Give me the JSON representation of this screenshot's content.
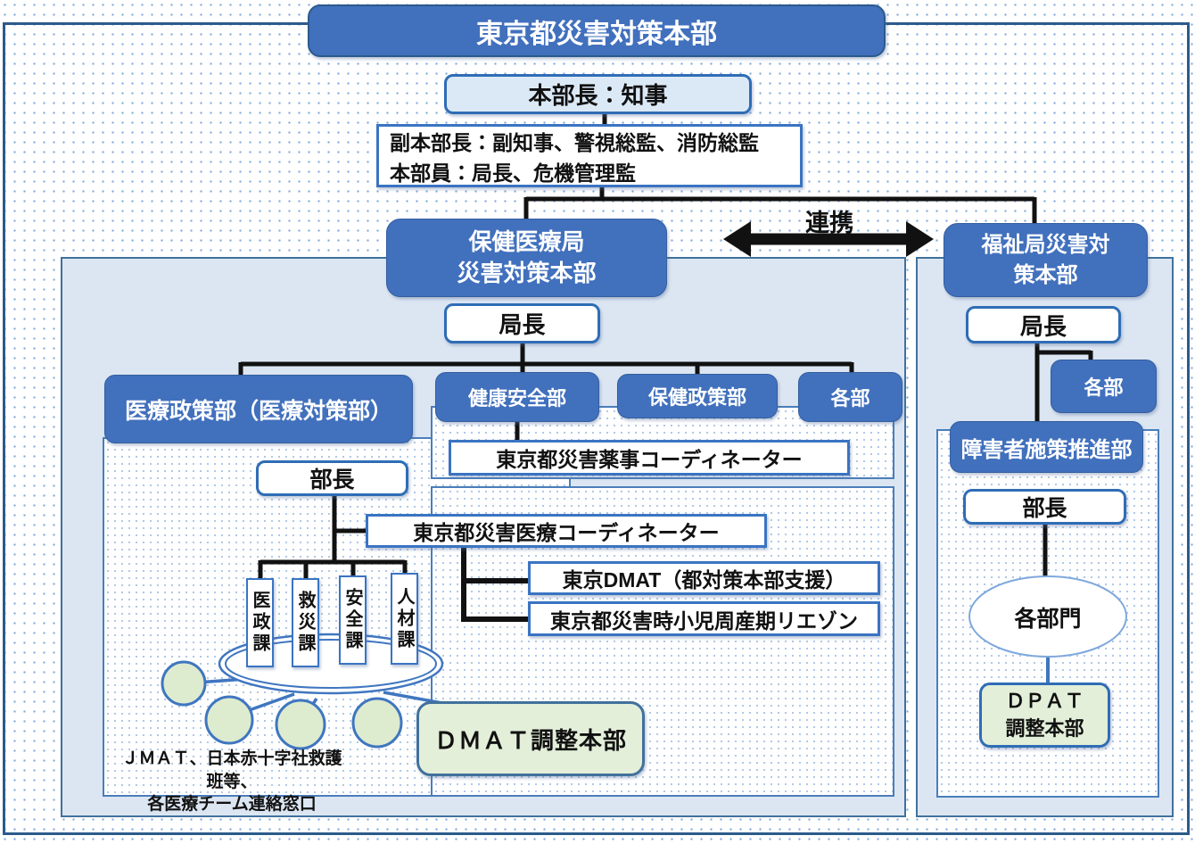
{
  "title": "東京都災害対策本部",
  "honbucho": "本部長：知事",
  "fuku_honbu": {
    "line1": "副本部長：副知事、警視総監、消防総監",
    "line2": "本部員：局長、危機管理監"
  },
  "renkei_label": "連携",
  "left_hq": {
    "line1": "保健医療局",
    "line2": "災害対策本部"
  },
  "right_hq": {
    "line1": "福祉局災害対",
    "line2": "策本部"
  },
  "left": {
    "kyokucho": "局長",
    "dept_medical_policy": "医療政策部（医療対策部）",
    "dept_health_safety": "健康安全部",
    "dept_health_policy": "保健政策部",
    "dept_other": "各部",
    "pharma_coordinator": "東京都災害薬事コーディネーター",
    "bucho": "部長",
    "medical_coordinator": "東京都災害医療コーディネーター",
    "dmat_support": "東京DMAT（都対策本部支援）",
    "pediatric_liaison": "東京都災害時小児周産期リエゾン",
    "courses": [
      "医政課",
      "救災課",
      "安全課",
      "人材課"
    ],
    "dmat_hq": "ＤＭＡＴ調整本部",
    "jmat_note": {
      "line1": "ＪＭＡＴ、日本赤十字社救護班等、",
      "line2": "各医療チーム連絡窓口"
    }
  },
  "right": {
    "kyokucho": "局長",
    "dept_other": "各部",
    "dept_disability": "障害者施策推進部",
    "bucho": "部長",
    "sections": "各部門",
    "dpat_hq": {
      "line1": "ＤＰＡＴ",
      "line2": "調整本部"
    }
  },
  "colors": {
    "accent_blue": "#4170bd",
    "dark_border_blue": "#2c5a8c",
    "panel_blue": "#dce6f2",
    "box_border_blue": "#3a74c2",
    "light_blue_fill": "#dbe9f7",
    "green_fill": "#e3efd9",
    "circle_green": "#ddebcf",
    "connector_black": "#111111",
    "connector_blue": "#3f76c0"
  }
}
